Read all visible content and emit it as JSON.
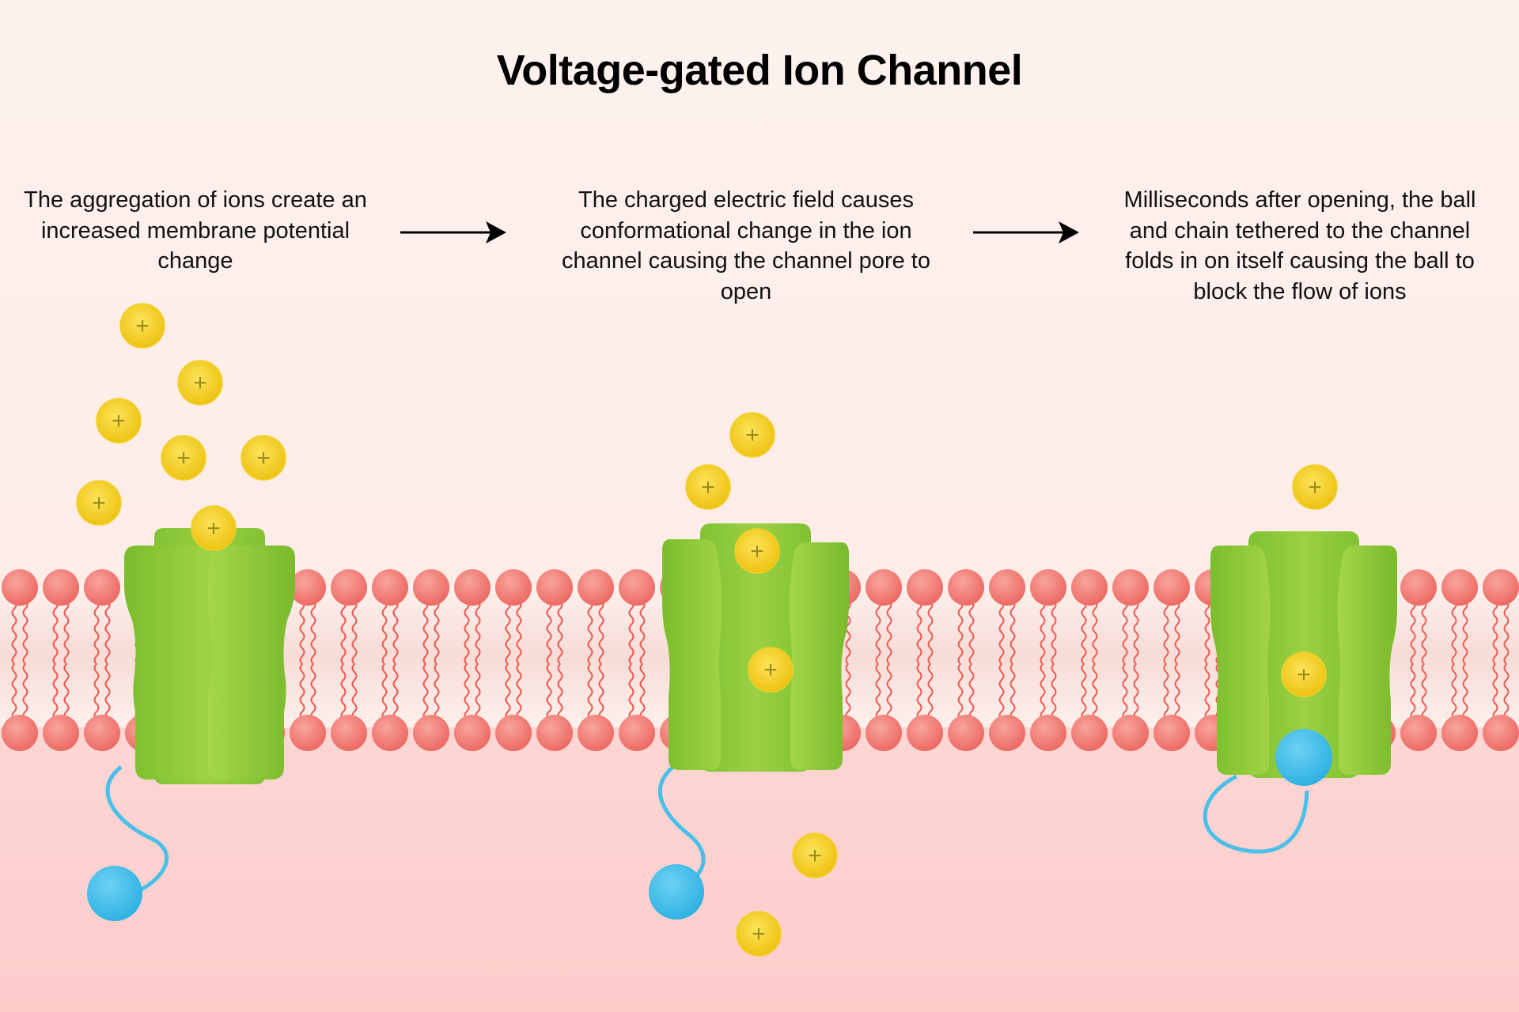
{
  "title": "Voltage-gated Ion Channel",
  "steps": [
    {
      "text": "The aggregation of ions create an increased membrane potential change"
    },
    {
      "text": "The charged electric field causes conformational change in the ion channel causing the channel pore to open"
    },
    {
      "text": "Milliseconds after opening, the ball and chain tethered to the channel folds in on itself causing the ball to block the flow of ions"
    }
  ],
  "ion_symbol": "+",
  "colors": {
    "membrane_head": "#f17a72",
    "channel_green": "#8fc93a",
    "ion_yellow": "#f6d320",
    "ball_blue": "#42bde8",
    "intracellular": "#fccccb"
  }
}
